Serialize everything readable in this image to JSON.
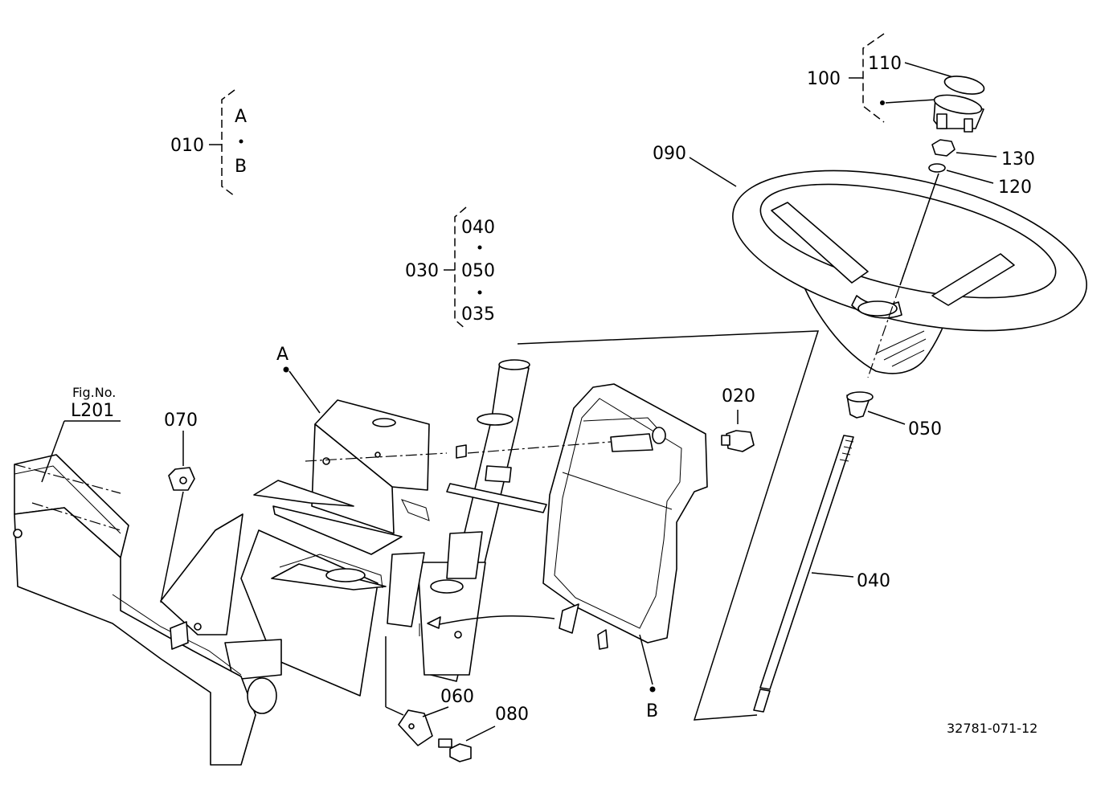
{
  "callouts": {
    "p010": "010",
    "p010_a": "A",
    "p010_b": "B",
    "p030": "030",
    "p040_sub": "040",
    "p050_sub": "050",
    "p035": "035",
    "p100": "100",
    "p110": "110",
    "p130": "130",
    "p120": "120",
    "p090": "090",
    "p020": "020",
    "p050": "050",
    "p040": "040",
    "p070": "070",
    "p060": "060",
    "p080": "080",
    "marker_a": "A",
    "marker_b": "B"
  },
  "reference": {
    "fig_label": "Fig.No.",
    "fig_number": "L201"
  },
  "drawing_number": "32781-071-12"
}
